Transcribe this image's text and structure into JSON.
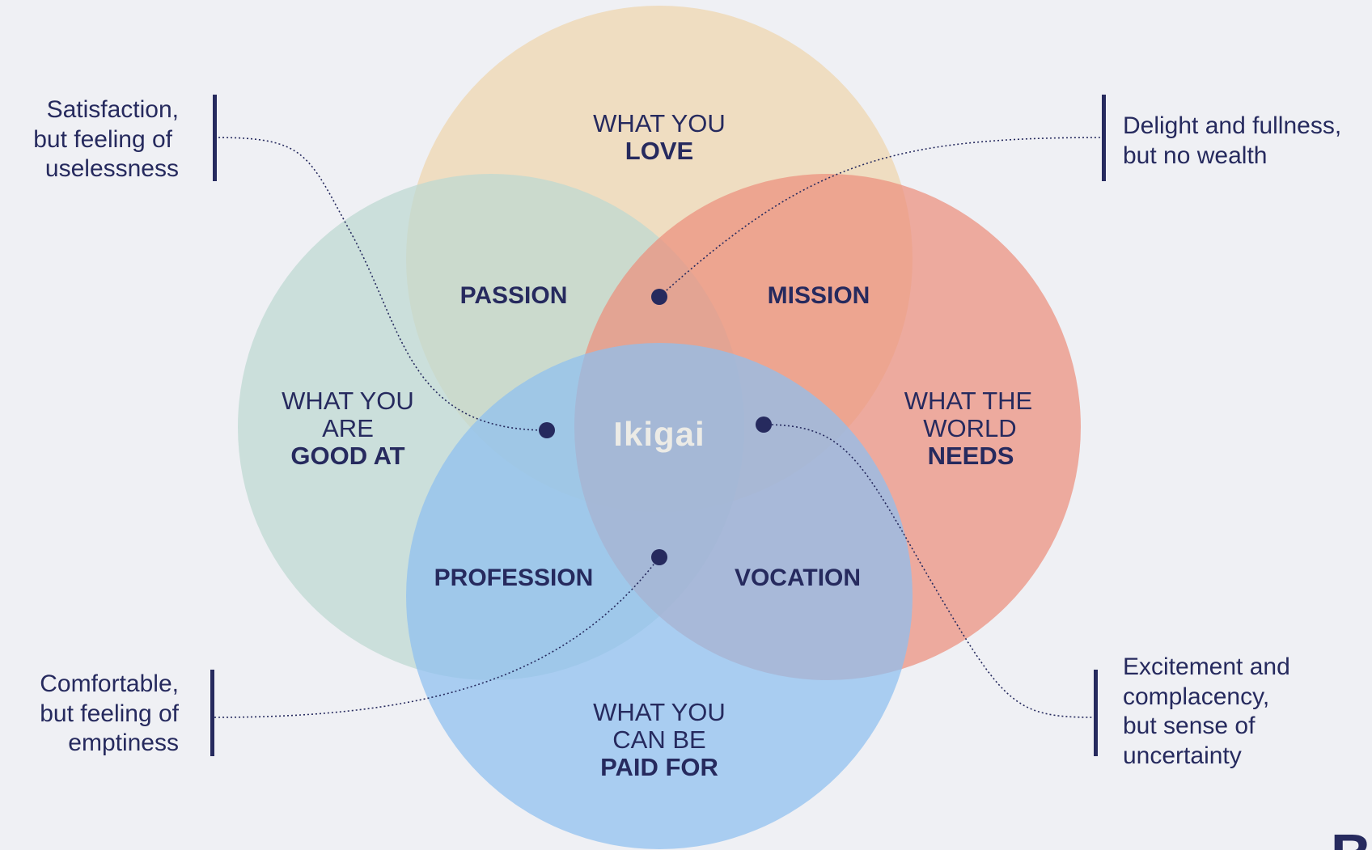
{
  "circles": {
    "love": {
      "line1": "WHAT YOU",
      "bold": "LOVE",
      "color": "#efd5ad"
    },
    "good": {
      "line1": "WHAT YOU",
      "line2": "ARE",
      "bold": "GOOD AT",
      "color": "#bcd8d1"
    },
    "needs": {
      "line1": "WHAT THE",
      "line2": "WORLD",
      "bold": "NEEDS",
      "color": "#eb8f7d"
    },
    "paid": {
      "line1": "WHAT YOU",
      "line2": "CAN BE",
      "bold": "PAID FOR",
      "color": "#8ebff0"
    }
  },
  "overlaps": {
    "passion": "PASSION",
    "mission": "MISSION",
    "profession": "PROFESSION",
    "vocation": "VOCATION"
  },
  "center": "Ikigai",
  "callouts": {
    "top_left": [
      "Satisfaction,",
      "but feeling of",
      "uselessness"
    ],
    "top_right": [
      "Delight and fullness,",
      "but no wealth"
    ],
    "bottom_left": [
      "Comfortable,",
      "but feeling of",
      "emptiness"
    ],
    "bottom_right": [
      "Excitement and",
      "complacency,",
      "but sense of",
      "uncertainty"
    ]
  },
  "brand_mark": "B",
  "colors": {
    "text": "#262a5e",
    "background": "#eff0f4"
  }
}
